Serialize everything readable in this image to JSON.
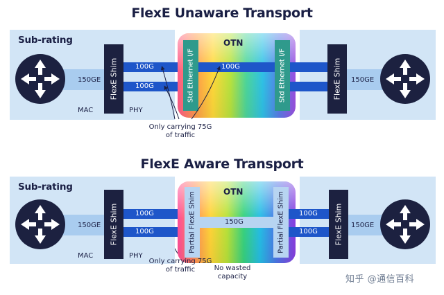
{
  "top": {
    "title": "FlexE Unaware Transport",
    "panel_title": "Sub-rating",
    "rate": "150GE",
    "shim": "FlexE Shim",
    "mac": "MAC",
    "phy": "PHY",
    "links": [
      "100G",
      "100G"
    ],
    "otn_label": "OTN",
    "otn_link": "100G",
    "interface_left": "Std Ethernet I/F",
    "interface_right": "Std Ethernet I/F",
    "annotation_line1": "Only carrying 75G",
    "annotation_line2": "of traffic",
    "right_shim": "FlexE Shim",
    "right_rate": "150GE"
  },
  "bottom": {
    "title": "FlexE Aware Transport",
    "panel_title": "Sub-rating",
    "rate": "150GE",
    "shim": "FlexE Shim",
    "mac": "MAC",
    "phy": "PHY",
    "links": [
      "100G",
      "100G"
    ],
    "otn_label": "OTN",
    "otn_link": "150G",
    "interface_left": "Partial FlexE Shim",
    "interface_right": "Partial FlexE Shim",
    "annotation_line1": "Only carrying 75G",
    "annotation_line2": "of traffic",
    "annotation2_line1": "No wasted",
    "annotation2_line2": "capacity",
    "right_links": [
      "100G",
      "100G"
    ],
    "right_shim": "FlexE Shim",
    "right_rate": "150GE"
  },
  "watermark": "知乎 @通信百科",
  "colors": {
    "panel": "#d2e5f6",
    "dark": "#1c2140",
    "link": "#1e56c9",
    "interface_green": "#2f9a8c",
    "interface_blue": "#b7d4f1"
  }
}
